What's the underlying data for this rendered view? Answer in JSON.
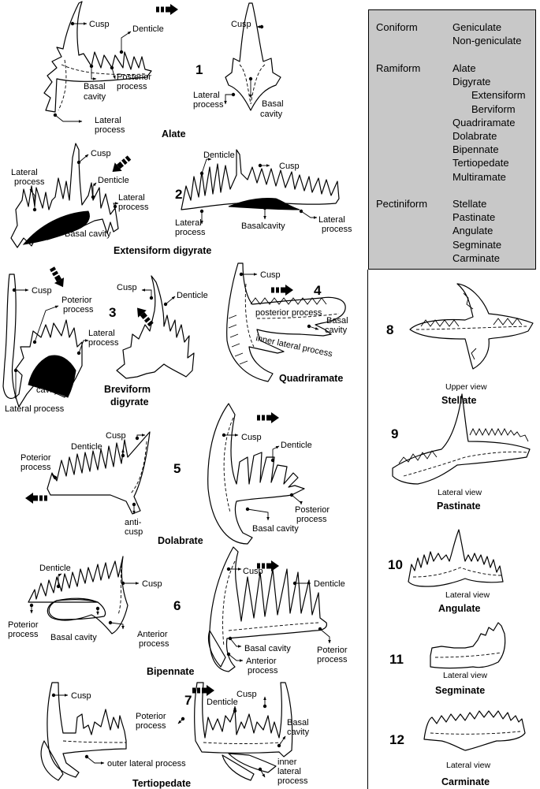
{
  "classification": {
    "groups": [
      {
        "name": "Coniform",
        "items": [
          {
            "label": "Geniculate",
            "indent": 0
          },
          {
            "label": "Non-geniculate",
            "indent": 0
          }
        ]
      },
      {
        "name": "Ramiform",
        "items": [
          {
            "label": "Alate",
            "indent": 0
          },
          {
            "label": "Digyrate",
            "indent": 0
          },
          {
            "label": "Extensiform",
            "indent": 2
          },
          {
            "label": "Berviform",
            "indent": 2
          },
          {
            "label": "Quadriramate",
            "indent": 0
          },
          {
            "label": "Dolabrate",
            "indent": 0
          },
          {
            "label": "Bipennate",
            "indent": 0
          },
          {
            "label": "Tertiopedate",
            "indent": 0
          },
          {
            "label": "Multiramate",
            "indent": 0
          }
        ]
      },
      {
        "name": "Pectiniform",
        "items": [
          {
            "label": "Stellate",
            "indent": 0
          },
          {
            "label": "Pastinate",
            "indent": 0
          },
          {
            "label": "Angulate",
            "indent": 0
          },
          {
            "label": "Segminate",
            "indent": 0
          },
          {
            "label": "Carminate",
            "indent": 0
          }
        ]
      }
    ]
  },
  "fig1": {
    "number": "1",
    "caption": "Alate",
    "cusp": "Cusp",
    "denticle": "Denticle",
    "basal_cavity": [
      "Basal",
      "cavity"
    ],
    "posterior_process": [
      "Posterior",
      "process"
    ],
    "lateral_process": [
      "Lateral",
      "process"
    ],
    "cusp_b": "Cusp",
    "lateral_process_b": [
      "Lateral",
      "process"
    ],
    "basal_cavity_b": [
      "Basal",
      "cavity"
    ]
  },
  "fig2": {
    "number": "2",
    "caption": "Extensiform digyrate",
    "lateral_process_a": [
      "Lateral",
      "process"
    ],
    "cusp_a": "Cusp",
    "denticle_a": "Denticle",
    "lateral_process_b": [
      "Lateral",
      "process"
    ],
    "basal_cavity_a": "Basal cavity",
    "denticle_b": "Denticle",
    "cusp_b": "Cusp",
    "lateral_process_c": [
      "Lateral",
      "process"
    ],
    "basalcavity_b": "Basalcavity",
    "lateral_process_d": [
      "Lateral",
      "process"
    ]
  },
  "fig3": {
    "number": "3",
    "caption": [
      "Breviform",
      "digyrate"
    ],
    "cusp": "Cusp",
    "poterior_process": [
      "Poterior",
      "process"
    ],
    "lateral_process_a": [
      "Lateral",
      "process"
    ],
    "basal_cavity": [
      "Basal",
      "cavity"
    ],
    "lateral_process_b": "Lateral process",
    "cusp_b": "Cusp",
    "denticle": "Denticle"
  },
  "fig4": {
    "number": "4",
    "caption": "Quadriramate",
    "cusp": "Cusp",
    "posterior_process": "posterior process",
    "basal_cavity": [
      "Basal",
      "cavity"
    ],
    "inner_lateral_process": "inner lateral process"
  },
  "fig5": {
    "number": "5",
    "caption": "Dolabrate",
    "cusp": "Cusp",
    "denticle": "Denticle",
    "poterior_process": [
      "Poterior",
      "process"
    ],
    "anti_cusp": [
      "anti-",
      "cusp"
    ],
    "cusp_b": "Cusp",
    "denticle_b": "Denticle",
    "posterior_process_b": [
      "Posterior",
      "process"
    ],
    "basal_cavity_b": "Basal cavity"
  },
  "fig6": {
    "number": "6",
    "caption": "Bipennate",
    "denticle": "Denticle",
    "cusp": "Cusp",
    "poterior_process": [
      "Poterior",
      "process"
    ],
    "basal_cavity": "Basal cavity",
    "anterior_process": [
      "Anterior",
      "process"
    ],
    "cusp_b": "Cusp",
    "denticle_b": "Denticle",
    "basal_cavity_b": "Basal cavity",
    "anterior_process_b": [
      "Anterior",
      "process"
    ],
    "posterior_process_b": [
      "Poterior",
      "process"
    ]
  },
  "fig7": {
    "number": "7",
    "caption": "Tertiopedate",
    "cusp": "Cusp",
    "poterior_process": [
      "Poterior",
      "process"
    ],
    "outer_lateral_process": "outer lateral process",
    "denticle": "Denticle",
    "cusp_b": "Cusp",
    "basal_cavity": [
      "Basal",
      "cavity"
    ],
    "inner_lateral_process": [
      "inner",
      "lateral",
      "process"
    ]
  },
  "fig8": {
    "number": "8",
    "view": "Upper view",
    "caption": "Stellate"
  },
  "fig9": {
    "number": "9",
    "view": "Lateral view",
    "caption": "Pastinate"
  },
  "fig10": {
    "number": "10",
    "view": "Lateral view",
    "caption": "Angulate"
  },
  "fig11": {
    "number": "11",
    "view": "Lateral view",
    "caption": "Segminate"
  },
  "fig12": {
    "number": "12",
    "view": "Lateral view",
    "caption": "Carminate"
  }
}
